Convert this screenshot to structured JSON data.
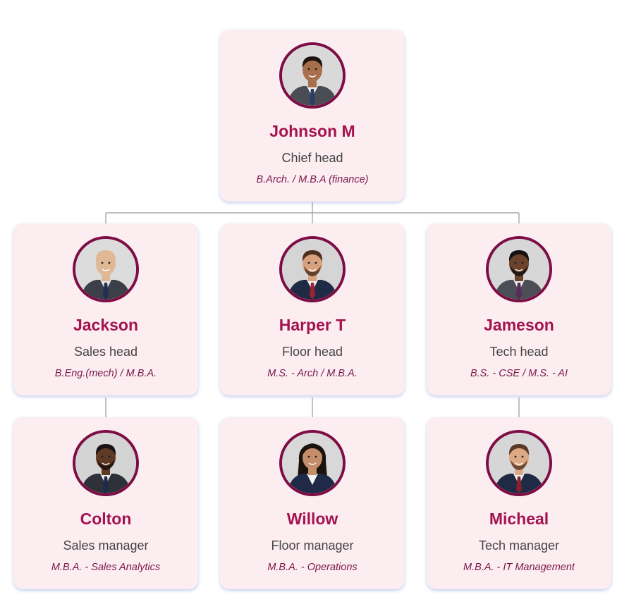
{
  "org_chart": {
    "root": {
      "name": "Johnson M",
      "role": "Chief head",
      "education": "B.Arch. / M.B.A (finance)",
      "photo": {
        "skin": "#a86f4c",
        "hair": "#1d1410",
        "suit": "#4a4d55",
        "shirt": "#f2f2f2",
        "tie": "#2a3f66",
        "beard": false,
        "bg": "#d9d9d9"
      }
    },
    "heads": [
      {
        "name": "Jackson",
        "role": "Sales head",
        "education": "B.Eng.(mech) / M.B.A.",
        "photo": {
          "skin": "#e0b896",
          "hair": "#e0b896",
          "suit": "#3b3f47",
          "shirt": "#e8e8e8",
          "tie": "#1f2f55",
          "beard": true,
          "bg": "#dcdcdc"
        }
      },
      {
        "name": "Harper T",
        "role": "Floor head",
        "education": "M.S. - Arch / M.B.A.",
        "photo": {
          "skin": "#d9a27e",
          "hair": "#4a2e1e",
          "suit": "#1f2a44",
          "shirt": "#f4f4f4",
          "tie": "#9a2233",
          "beard": true,
          "bg": "#d5d5d5"
        }
      },
      {
        "name": "Jameson",
        "role": "Tech head",
        "education": "B.S. - CSE / M.S. - AI",
        "photo": {
          "skin": "#6b422a",
          "hair": "#161010",
          "suit": "#4b4e54",
          "shirt": "#ececec",
          "tie": "#5a2a5a",
          "beard": true,
          "bg": "#d7d7d7"
        }
      }
    ],
    "managers": [
      {
        "name": "Colton",
        "role": "Sales manager",
        "education": "M.B.A. - Sales Analytics",
        "photo": {
          "skin": "#5e3a24",
          "hair": "#1a1210",
          "suit": "#2e3138",
          "shirt": "#ededed",
          "tie": "#1d2a4d",
          "beard": true,
          "bg": "#d4d4d4"
        }
      },
      {
        "name": "Willow",
        "role": "Floor manager",
        "education": "M.B.A. - Operations",
        "photo": {
          "skin": "#c58e6a",
          "hair": "#1b120e",
          "suit": "#1e2a46",
          "shirt": "#f6f6f6",
          "tie": "none",
          "beard": false,
          "bg": "#d8d8d8"
        }
      },
      {
        "name": "Micheal",
        "role": "Tech manager",
        "education": "M.B.A. - IT Management",
        "photo": {
          "skin": "#dca886",
          "hair": "#5a3a26",
          "suit": "#1f2b45",
          "shirt": "#f2f2f2",
          "tie": "#8a1f2e",
          "beard": true,
          "bg": "#d6d6d6"
        }
      }
    ]
  },
  "colors": {
    "card_bg": "#fcedf1",
    "card_shadow": "#b6c8f0",
    "avatar_ring": "#7c0d45",
    "name": "#a3134f",
    "role": "#444444",
    "education": "#7a1748",
    "connector": "#9a9a9a"
  }
}
